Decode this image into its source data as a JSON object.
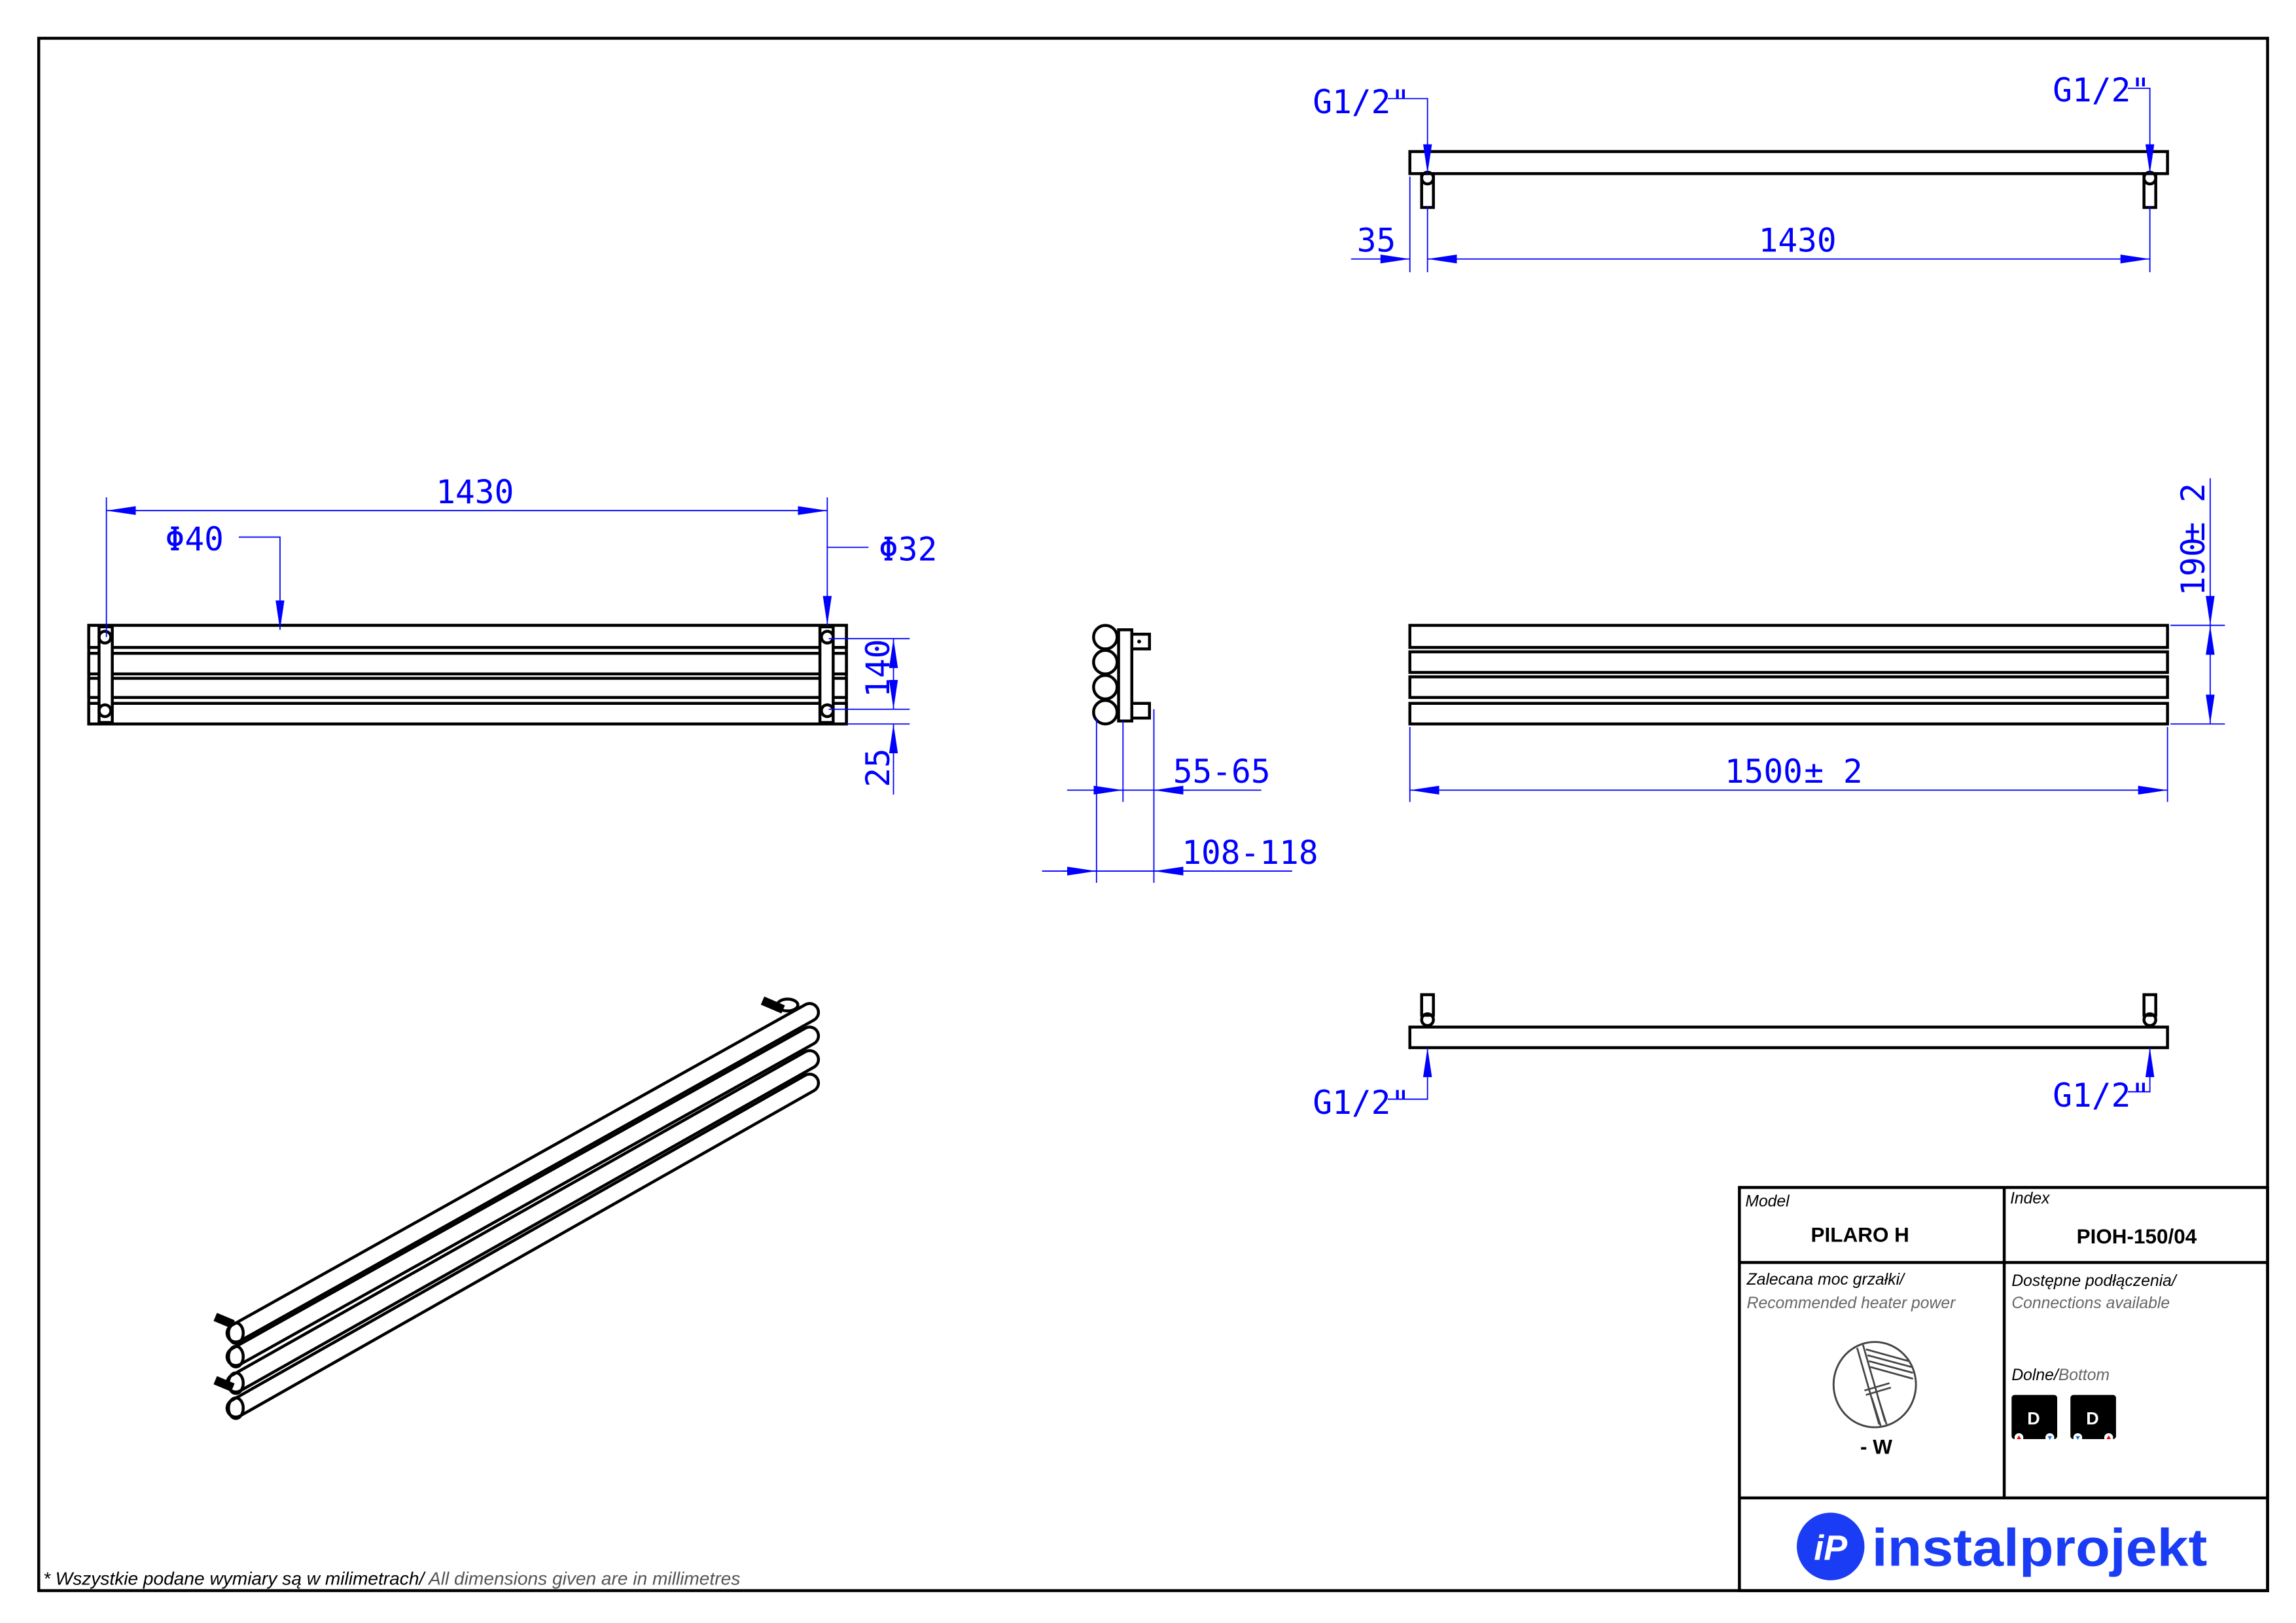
{
  "drawing": {
    "top_view": {
      "connection_left": "G1/2\"",
      "connection_right": "G1/2\"",
      "offset": "35",
      "axis_spacing": "1430"
    },
    "front_view": {
      "axis_spacing": "1430",
      "tube_large": "Φ40",
      "tube_small": "Φ32",
      "vertical_spacing": "140",
      "bottom_offset": "25"
    },
    "side_view": {
      "wall_distance": "55-65",
      "total_depth": "108-118"
    },
    "overall_view": {
      "width": "1500",
      "width_tol": "± 2",
      "height": "190",
      "height_tol": "± 2"
    },
    "bottom_view": {
      "connection_left": "G1/2\"",
      "connection_right": "G1/2\""
    },
    "footnote_pl": "* Wszystkie podane wymiary są w milimetrach/",
    "footnote_en": " All dimensions given are in millimetres"
  },
  "title_block": {
    "model_label": "Model",
    "model_value": "PILARO H",
    "index_label": "Index",
    "index_value": "PIOH-150/04",
    "heater_label_pl": "Zalecana moc grzałki/",
    "heater_label_en": "Recommended heater power",
    "heater_value": "- W",
    "connections_label_pl": "Dostępne podłączenia/",
    "connections_label_en": "Connections available",
    "connection_type_pl": "Dolne/",
    "connection_type_en": "Bottom",
    "connection_badges": [
      "D",
      "D"
    ],
    "brand": "instalprojekt",
    "brand_color": "#1a3cf5"
  }
}
